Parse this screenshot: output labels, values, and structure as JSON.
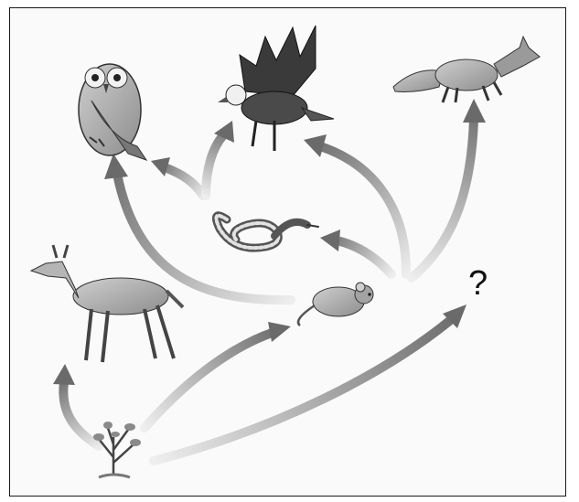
{
  "unknown_label": "?",
  "organisms": [
    {
      "id": "owl",
      "icon": "owl-icon"
    },
    {
      "id": "eagle",
      "icon": "eagle-icon"
    },
    {
      "id": "fox",
      "icon": "fox-icon"
    },
    {
      "id": "snake",
      "icon": "snake-icon"
    },
    {
      "id": "deer",
      "icon": "deer-icon"
    },
    {
      "id": "mouse",
      "icon": "mouse-icon"
    },
    {
      "id": "plant",
      "icon": "plant-icon"
    },
    {
      "id": "unknown",
      "icon": "question-mark"
    }
  ],
  "links": [
    {
      "from": "plant",
      "to": "deer"
    },
    {
      "from": "plant",
      "to": "mouse"
    },
    {
      "from": "plant",
      "to": "unknown"
    },
    {
      "from": "mouse",
      "to": "snake"
    },
    {
      "from": "mouse",
      "to": "owl"
    },
    {
      "from": "mouse",
      "to": "eagle"
    },
    {
      "from": "mouse",
      "to": "fox"
    },
    {
      "from": "snake",
      "to": "owl"
    },
    {
      "from": "snake",
      "to": "eagle"
    }
  ],
  "colors": {
    "arrow_dark": "#6e6e6e",
    "arrow_light": "#e6e6e6",
    "border": "#1a1a1a"
  }
}
